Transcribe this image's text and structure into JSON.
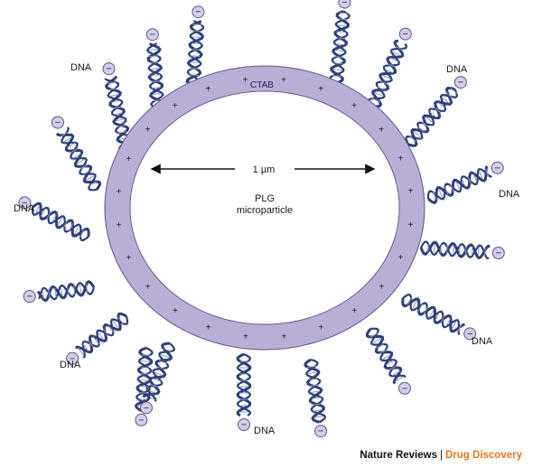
{
  "diagram": {
    "shell_label": "CTAB",
    "scale_label": "1 µm",
    "core_label_line1": "PLG",
    "core_label_line2": "microparticle",
    "dna_label": "DNA",
    "plus_sign": "+",
    "minus_sign": "−",
    "colors": {
      "shell_fill": "#b9aed6",
      "shell_stroke": "#5f5487",
      "helix_strand": "#2f3f7a",
      "minus_fill": "#d4cce8",
      "minus_stroke": "#5f5487"
    }
  },
  "credit": {
    "publisher": "Nature Reviews",
    "separator": "|",
    "journal": "Drug Discovery"
  }
}
